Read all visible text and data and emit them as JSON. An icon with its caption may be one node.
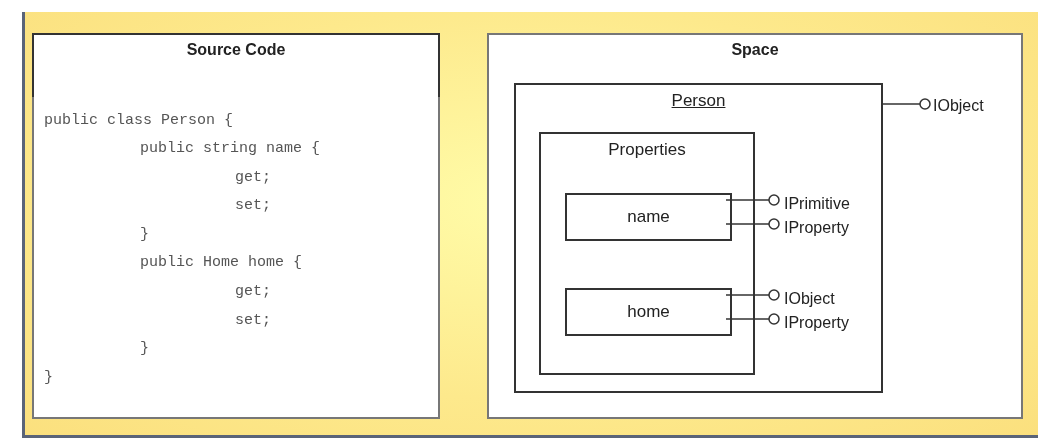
{
  "diagram": {
    "nodes": [
      {
        "text": [
          "Source Code",
          "public class Person {",
          "public string name {",
          "get;",
          "set;",
          "}",
          "public Home home {",
          "get;",
          "set;",
          "}",
          "}"
        ]
      },
      {
        "text": [
          "Space"
        ]
      },
      {
        "text": [
          "Person"
        ],
        "in": 1
      },
      {
        "text": [
          "Properties"
        ],
        "in": 2
      },
      {
        "text": [
          "name"
        ],
        "in": 3
      },
      {
        "text": [
          "home"
        ],
        "in": 3
      },
      {
        "text": [
          "IObject"
        ],
        "in": 1
      },
      {
        "text": [
          "IPrimitive"
        ],
        "in": 2
      },
      {
        "text": [
          "IProperty"
        ],
        "in": 2
      },
      {
        "text": [
          "IObject"
        ],
        "in": 2
      },
      {
        "text": [
          "IProperty"
        ],
        "in": 2
      }
    ],
    "edges": [
      {
        "from": 2,
        "to": 6,
        "arrow": "other"
      },
      {
        "from": 4,
        "to": 7,
        "arrow": "other"
      },
      {
        "from": 4,
        "to": 8,
        "arrow": "other"
      },
      {
        "from": 5,
        "to": 9,
        "arrow": "other"
      },
      {
        "from": 5,
        "to": 10,
        "arrow": "other"
      }
    ]
  }
}
